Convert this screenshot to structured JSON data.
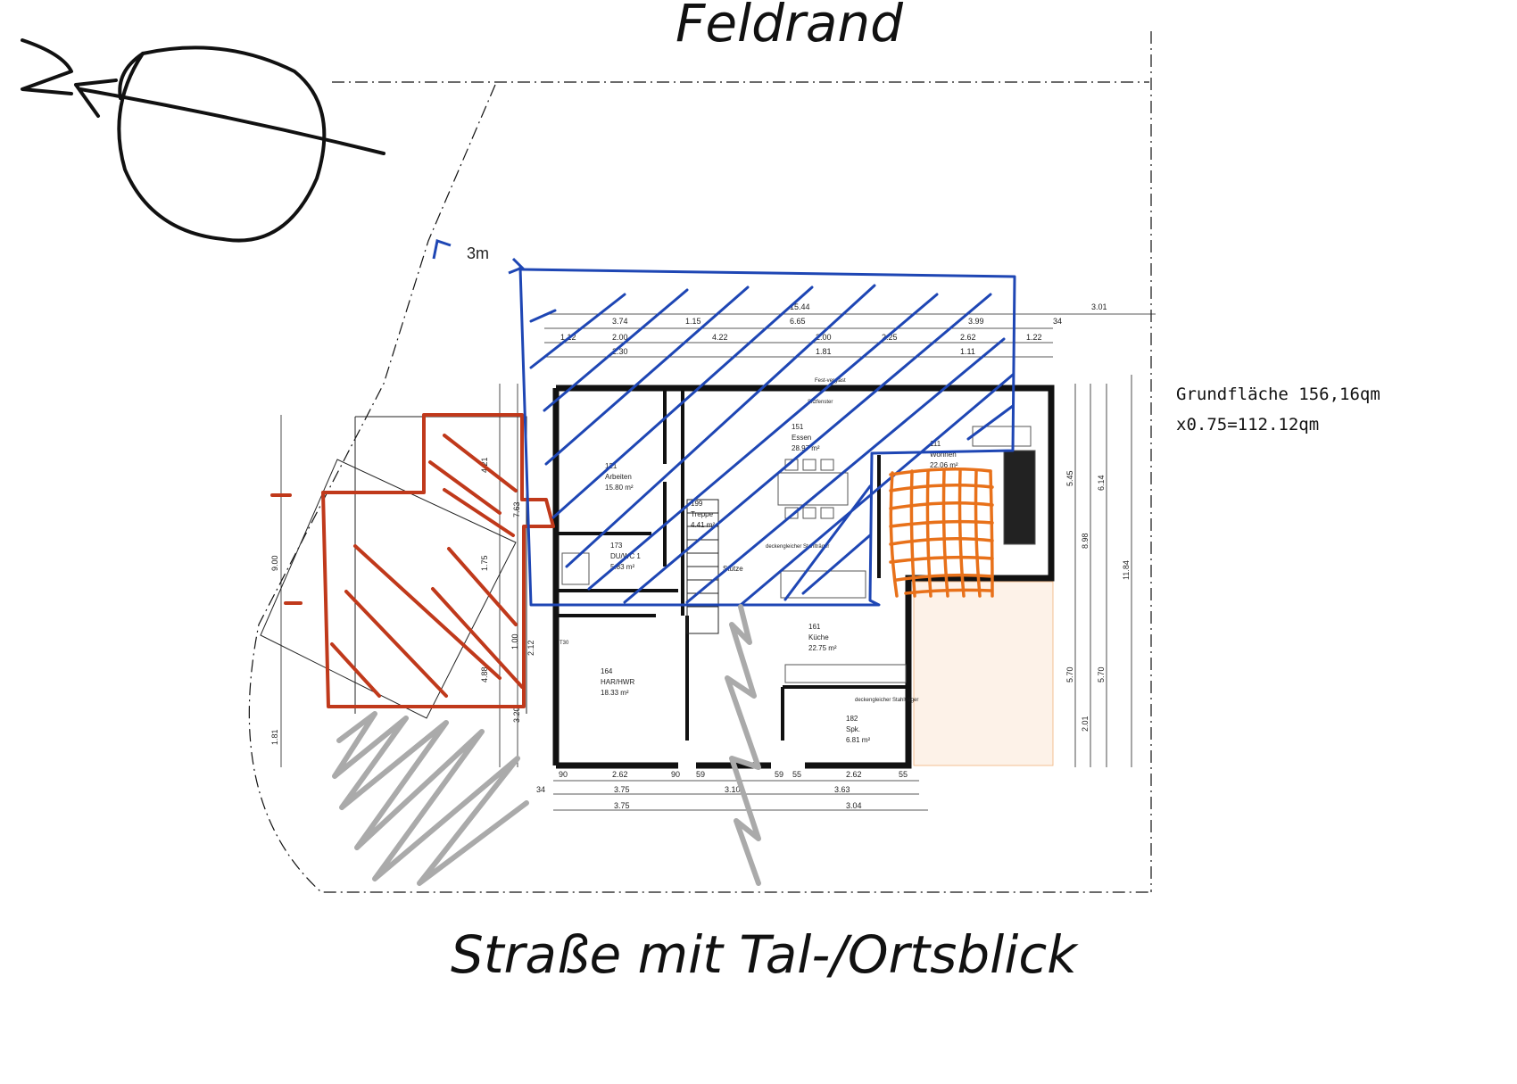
{
  "titles": {
    "top": "Feldrand",
    "bottom": "Straße mit Tal-/Ortsblick"
  },
  "annotation": {
    "offset": "3m",
    "area_line1": "Grundfläche 156,16qm",
    "area_line2": "x0.75=112.12qm"
  },
  "rooms": [
    {
      "no": "121",
      "name": "Arbeiten",
      "area": "15.80 m²"
    },
    {
      "no": "151",
      "name": "Essen",
      "area": "28.97 m²"
    },
    {
      "no": "111",
      "name": "Wohnen",
      "area": "22.06 m²"
    },
    {
      "no": "173",
      "name": "DU/WC 1",
      "area": "5.83 m²"
    },
    {
      "no": "199",
      "name": "Treppe",
      "area": "4.41 m²"
    },
    {
      "no": "161",
      "name": "Küche",
      "area": "22.75 m²"
    },
    {
      "no": "164",
      "name": "HAR/HWR",
      "area": "18.33 m²"
    },
    {
      "no": "182",
      "name": "Spk.",
      "area": "6.81 m²"
    }
  ],
  "plan_labels": {
    "stuetze": "Stütze",
    "sitzfenster": "Sitzfenster",
    "beam1": "deckengleicher Stahlträger",
    "beam2": "deckengleicher Stahlträger",
    "t30": "T30",
    "fest": "Fest-verglast"
  },
  "dimensions": {
    "top": [
      "15.44",
      "3.74",
      "1.15",
      "6.65",
      "3.99",
      "3.01",
      "1.12",
      "2.00",
      "4.22",
      "2.00",
      "2.25",
      "2.62",
      "1.22",
      "2.30",
      "1.81",
      "1.11",
      "34"
    ],
    "bottom": [
      "90",
      "2.62",
      "90",
      "59",
      "3.10",
      "59",
      "55",
      "2.62",
      "55",
      "3.75",
      "3.63",
      "3.75",
      "3.04",
      "34"
    ],
    "left": [
      "9.00",
      "7.63",
      "4.21",
      "1.75",
      "4.88",
      "1.00",
      "2.12",
      "3.20",
      "1.81"
    ],
    "right": [
      "5.45",
      "8.98",
      "6.14",
      "11.84",
      "5.70",
      "5.70",
      "2.01"
    ]
  }
}
